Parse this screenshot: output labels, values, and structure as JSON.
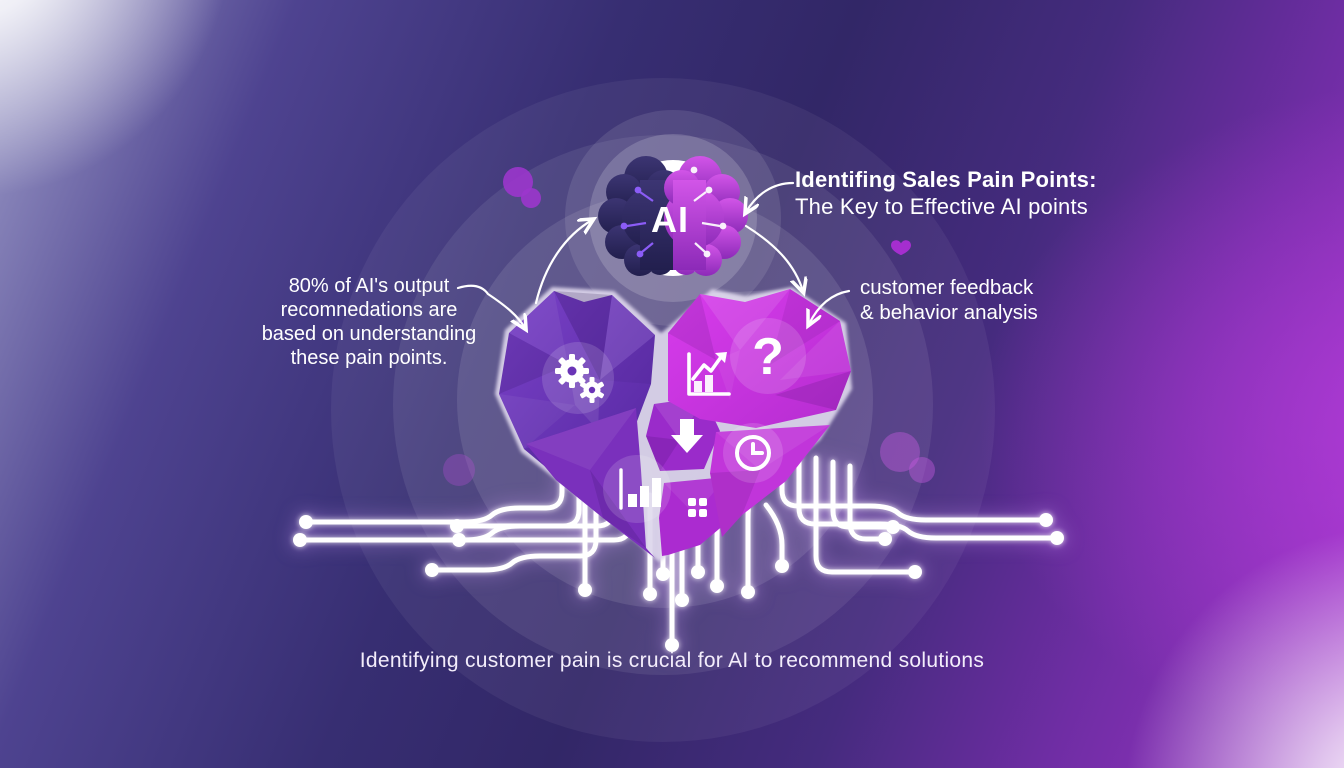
{
  "theme": {
    "bg_deep_indigo": "#332767",
    "bg_bright_purple": "#9b3ac6",
    "accent_magenta": "#c62fdc",
    "accent_violet": "#6a33b4",
    "brain_left": "#2f2a5f",
    "brain_right": "#b936d6",
    "line_white": "#ffffff",
    "text_white": "#ffffff"
  },
  "header": {
    "title_line1": "Identifing Sales Pain Points:",
    "title_line2": "The Key to Effective AI points"
  },
  "annotations": {
    "left_note_line1": "80% of AI's output",
    "left_note_line2": "recomnedations are",
    "left_note_line3": "based on understanding",
    "left_note_line4": "these pain points.",
    "right_note_line1": "customer feedback",
    "right_note_line2": "& behavior analysis",
    "caption": "Identifying customer pain is crucial for AI to recommend solutions"
  },
  "center": {
    "ai_label": "AI",
    "question_mark": "?"
  },
  "icons": {
    "brain": "ai-brain-icon",
    "gears": "gears-icon",
    "growth": "growth-chart-icon",
    "question": "question-mark-icon",
    "down_arrow": "down-arrow-icon",
    "clock": "clock-icon",
    "bars": "bar-chart-icon",
    "dots": "dots-grid-icon"
  }
}
